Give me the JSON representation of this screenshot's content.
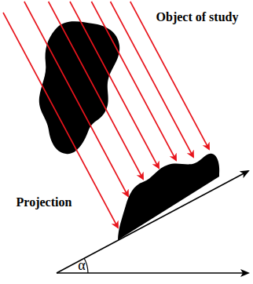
{
  "diagram": {
    "labels": [
      "Object of study",
      "Projection",
      "α"
    ]
  }
}
